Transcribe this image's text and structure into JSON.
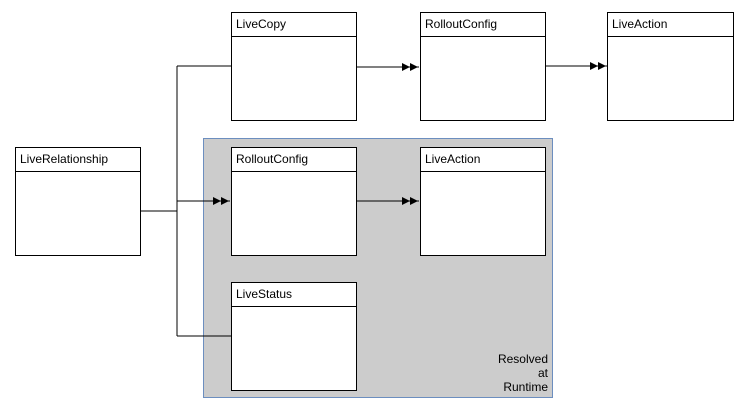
{
  "diagram": {
    "boxes": {
      "live_relationship": "LiveRelationship",
      "live_copy": "LiveCopy",
      "rollout_config_top": "RolloutConfig",
      "live_action_top": "LiveAction",
      "rollout_config_runtime": "RolloutConfig",
      "live_action_runtime": "LiveAction",
      "live_status": "LiveStatus"
    },
    "runtime_region": {
      "label_lines": [
        "Resolved",
        "at",
        "Runtime"
      ],
      "fill_color": "#cccccc",
      "border_color": "#6c8ebf"
    }
  }
}
